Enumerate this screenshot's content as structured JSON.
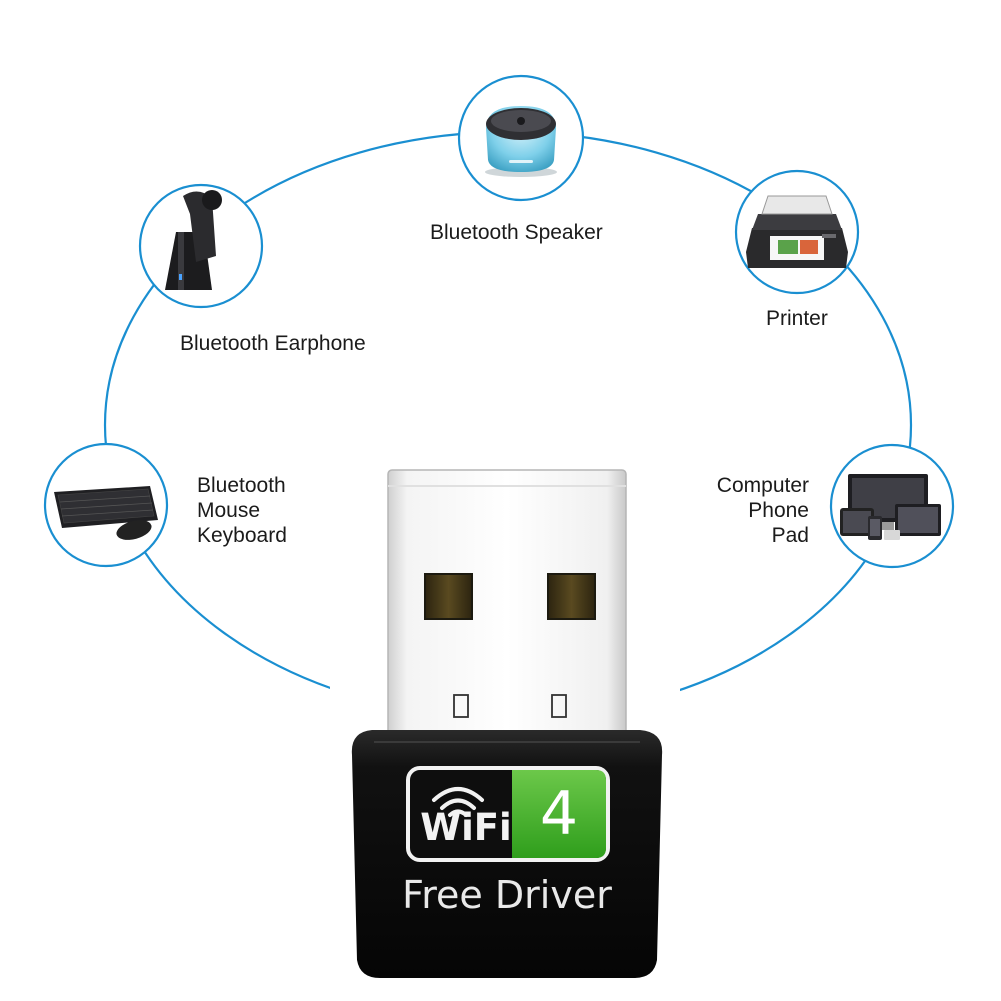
{
  "devices": {
    "speaker": {
      "label": "Bluetooth Speaker",
      "icon": "bluetooth-speaker-icon"
    },
    "printer": {
      "label": "Printer",
      "icon": "printer-icon"
    },
    "earphone": {
      "label": "Bluetooth Earphone",
      "icon": "bluetooth-earphone-icon"
    },
    "keyboard": {
      "lines": [
        "Bluetooth",
        "Mouse",
        "Keyboard"
      ],
      "icon": "keyboard-mouse-icon"
    },
    "computer": {
      "lines": [
        "Computer",
        "Phone",
        "Pad"
      ],
      "icon": "computer-phone-pad-icon"
    }
  },
  "adapter": {
    "wifi_text": "WiFi",
    "version": "4",
    "tagline": "Free Driver"
  },
  "colors": {
    "ring": "#1a8fd1",
    "badge_green": "#43b02a",
    "body": "#0d0d0d"
  }
}
